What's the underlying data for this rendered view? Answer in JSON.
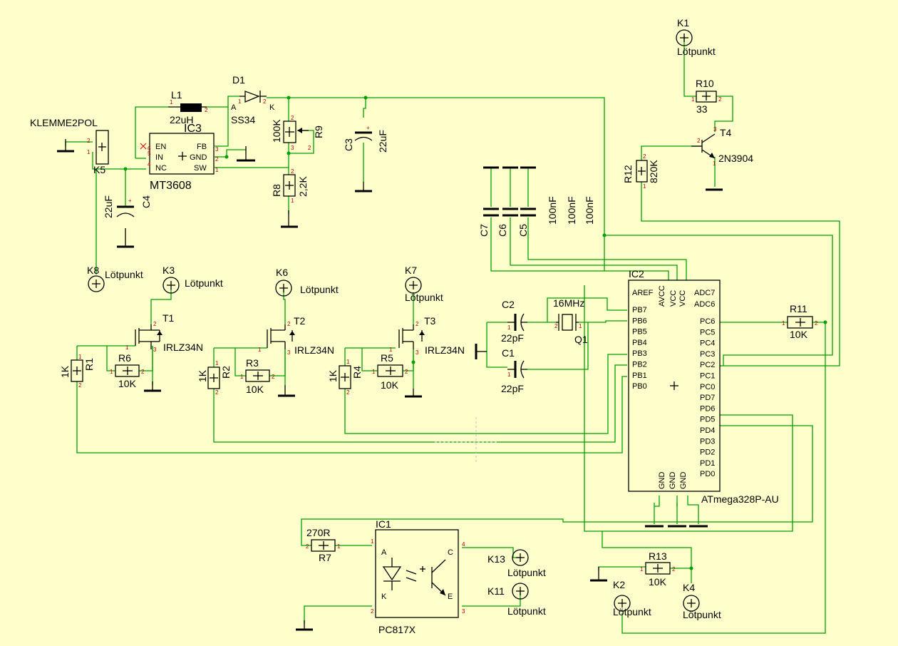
{
  "schematic": {
    "background": "#ffffcc",
    "wire_color": "#00a000",
    "pin_number_color": "#c00000",
    "components": {
      "klemme": {
        "name": "KLEMME2POL",
        "ref": "K5"
      },
      "l1": {
        "ref": "L1",
        "value": "22uH"
      },
      "d1": {
        "ref": "D1",
        "value": "SS34",
        "anode": "A",
        "cathode": "K"
      },
      "ic3": {
        "ref": "IC3",
        "value": "MT3608",
        "pins": [
          "EN",
          "IN",
          "NC",
          "FB",
          "GND",
          "SW"
        ]
      },
      "r9": {
        "ref": "R9",
        "value": "100K"
      },
      "r8": {
        "ref": "R8",
        "value": "2,2K"
      },
      "c3": {
        "ref": "C3",
        "value": "22uF"
      },
      "c4": {
        "ref": "C4",
        "value": "22uF"
      },
      "c7": {
        "ref": "C7",
        "value": "100nF"
      },
      "c6": {
        "ref": "C6",
        "value": "100nF"
      },
      "c5": {
        "ref": "C5",
        "value": "100nF"
      },
      "k1": {
        "ref": "K1",
        "value": "Lötpunkt"
      },
      "r10": {
        "ref": "R10",
        "value": "33"
      },
      "t4": {
        "ref": "T4",
        "value": "2N3904"
      },
      "r12": {
        "ref": "R12",
        "value": "820K"
      },
      "k8": {
        "ref": "K8",
        "value": "Lötpunkt"
      },
      "k3": {
        "ref": "K3",
        "value": "Lötpunkt"
      },
      "k6": {
        "ref": "K6",
        "value": "Lötpunkt"
      },
      "k7": {
        "ref": "K7",
        "value": "Lötpunkt"
      },
      "t1": {
        "ref": "T1",
        "value": "IRLZ34N"
      },
      "t2": {
        "ref": "T2",
        "value": "IRLZ34N"
      },
      "t3": {
        "ref": "T3",
        "value": "IRLZ34N"
      },
      "r1": {
        "ref": "R1",
        "value": "1K"
      },
      "r2": {
        "ref": "R2",
        "value": "1K"
      },
      "r4": {
        "ref": "R4",
        "value": "1K"
      },
      "r6": {
        "ref": "R6",
        "value": "10K"
      },
      "r3": {
        "ref": "R3",
        "value": "10K"
      },
      "r5": {
        "ref": "R5",
        "value": "10K"
      },
      "c2": {
        "ref": "C2",
        "value": "22pF"
      },
      "c1": {
        "ref": "C1",
        "value": "22pF"
      },
      "q1": {
        "ref": "Q1",
        "value": "16MHz"
      },
      "ic2": {
        "ref": "IC2",
        "value": "ATmega328P-AU",
        "top_pins": [
          "AREF",
          "AVCC",
          "VCC",
          "VCC",
          "ADC7",
          "ADC6"
        ],
        "left_pins": [
          "PB7",
          "PB6",
          "PB5",
          "PB4",
          "PB3",
          "PB2",
          "PB1",
          "PB0"
        ],
        "right_pins": [
          "PC6",
          "PC5",
          "PC4",
          "PC3",
          "PC2",
          "PC1",
          "PC0",
          "PD7",
          "PD6",
          "PD5",
          "PD4",
          "PD3",
          "PD2",
          "PD1",
          "PD0"
        ],
        "bottom_pins": [
          "GND",
          "GND",
          "GND"
        ]
      },
      "r11": {
        "ref": "R11",
        "value": "10K"
      },
      "ic1": {
        "ref": "IC1",
        "value": "PC817X",
        "pins": [
          "A",
          "K",
          "C",
          "E"
        ]
      },
      "r7": {
        "ref": "R7",
        "value": "270R"
      },
      "k13": {
        "ref": "K13",
        "value": "Lötpunkt"
      },
      "k11": {
        "ref": "K11",
        "value": "Lötpunkt"
      },
      "r13": {
        "ref": "R13",
        "value": "10K"
      },
      "k2": {
        "ref": "K2",
        "value": "Lötpunkt"
      },
      "k4": {
        "ref": "K4",
        "value": "Lötpunkt"
      }
    }
  }
}
